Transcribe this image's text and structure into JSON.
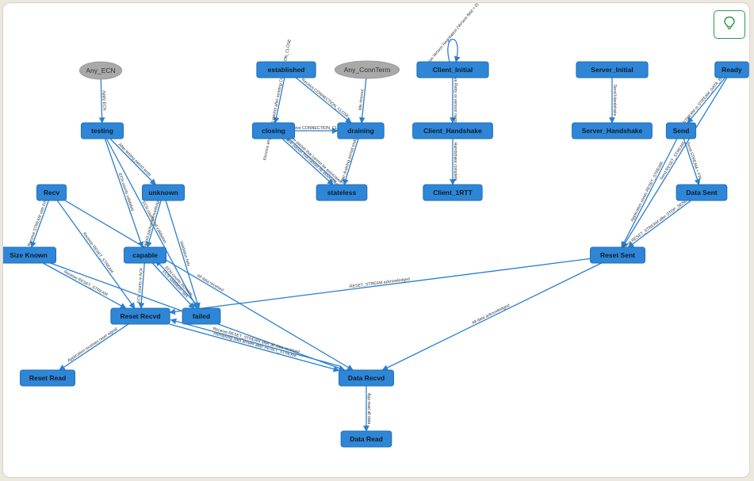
{
  "toolbar": {
    "hint_icon": "lightbulb-icon",
    "hint_color": "#2f9a4c"
  },
  "colors": {
    "node": "#2f86d6",
    "edge": "#2a7fd0",
    "initial_node": "#a9a9a9"
  },
  "diagram": {
    "nodes": [
      {
        "id": "any_ecn",
        "label": "Any_ECN",
        "shape": "ellipse"
      },
      {
        "id": "testing",
        "label": "testing"
      },
      {
        "id": "recv",
        "label": "Recv"
      },
      {
        "id": "unknown",
        "label": "unknown"
      },
      {
        "id": "size_known",
        "label": "Size Known"
      },
      {
        "id": "capable",
        "label": "capable"
      },
      {
        "id": "reset_recvd",
        "label": "Reset Recvd"
      },
      {
        "id": "failed",
        "label": "failed"
      },
      {
        "id": "reset_read",
        "label": "Reset Read"
      },
      {
        "id": "established",
        "label": "established"
      },
      {
        "id": "any_connterm",
        "label": "Any_ConnTerm",
        "shape": "ellipse"
      },
      {
        "id": "closing",
        "label": "closing"
      },
      {
        "id": "draining",
        "label": "draining"
      },
      {
        "id": "stateless",
        "label": "stateless"
      },
      {
        "id": "client_initial",
        "label": "Client_Initial"
      },
      {
        "id": "client_handshake",
        "label": "Client_Handshake"
      },
      {
        "id": "client_1rtt",
        "label": "Client_1RTT"
      },
      {
        "id": "server_initial",
        "label": "Server_Initial"
      },
      {
        "id": "server_handshake",
        "label": "Server_Handshake"
      },
      {
        "id": "ready",
        "label": "Ready"
      },
      {
        "id": "send",
        "label": "Send"
      },
      {
        "id": "data_sent",
        "label": "Data Sent"
      },
      {
        "id": "reset_sent",
        "label": "Reset Sent"
      },
      {
        "id": "data_recvd",
        "label": "Data Recvd"
      },
      {
        "id": "data_read",
        "label": "Data Read"
      }
    ],
    "edges": [
      {
        "from": "any_ecn",
        "to": "testing",
        "label": "Apply ECN"
      },
      {
        "from": "testing",
        "to": "unknown",
        "label": "After testing period ends"
      },
      {
        "from": "testing",
        "to": "capable",
        "label": "ECN counts validated"
      },
      {
        "from": "testing",
        "to": "failed",
        "label": "ECN counts fail validation"
      },
      {
        "from": "unknown",
        "to": "capable",
        "label": "Marked packet acknowledged"
      },
      {
        "from": "unknown",
        "to": "failed",
        "label": "Validation fails"
      },
      {
        "from": "capable",
        "to": "failed",
        "label": "ECN validation fails"
      },
      {
        "from": "failed",
        "to": "capable",
        "label": "ECN counts increase"
      },
      {
        "from": "capable",
        "to": "reset_recvd",
        "label": "ECN counts in ACK"
      },
      {
        "from": "recv",
        "to": "size_known",
        "label": "Receive STREAM with FIN"
      },
      {
        "from": "recv",
        "to": "reset_recvd",
        "label": "Receive RESET_STREAM"
      },
      {
        "from": "recv",
        "to": "data_recvd",
        "label": "All data received"
      },
      {
        "from": "size_known",
        "to": "reset_recvd",
        "label": "Receive RESET_STREAM"
      },
      {
        "from": "size_known",
        "to": "data_recvd",
        "label": "All data received"
      },
      {
        "from": "reset_recvd",
        "to": "reset_read",
        "label": "Application receives reset signal"
      },
      {
        "from": "reset_recvd",
        "to": "data_recvd",
        "label": "Remaining data arrives after RESET_STREAM"
      },
      {
        "from": "data_recvd",
        "to": "reset_recvd",
        "label": "Receive RESET_STREAM after all data received"
      },
      {
        "from": "data_recvd",
        "to": "data_read",
        "label": "App read all data"
      },
      {
        "from": "reset_sent",
        "to": "reset_recvd",
        "label": "RESET_STREAM acknowledged"
      },
      {
        "from": "reset_sent",
        "to": "data_recvd",
        "label": "All data acknowledged"
      },
      {
        "from": "established",
        "to": "closing",
        "label": "Receive any incoming packet after sending CONNECTION_CLOSE"
      },
      {
        "from": "established",
        "to": "draining",
        "label": "Receive CONNECTION_CLOSE"
      },
      {
        "from": "any_connterm",
        "to": "draining",
        "label": "Idle timeout"
      },
      {
        "from": "closing",
        "to": "stateless",
        "label": "Receive packet that cannot be associated"
      },
      {
        "from": "draining",
        "to": "stateless",
        "label": "After draining period ends"
      },
      {
        "from": "closing",
        "to": "draining",
        "label": "Receive CONNECTION_CLOSE"
      },
      {
        "from": "stateless",
        "to": "closing",
        "label": "Receive packet that cannot be associated"
      },
      {
        "from": "client_initial",
        "to": "client_initial",
        "label": "Receive Version Negotiation (Version field = 0)"
      },
      {
        "from": "client_initial",
        "to": "client_handshake",
        "label": "Receive Retry or version negotiation"
      },
      {
        "from": "client_handshake",
        "to": "client_1rtt",
        "label": "Handshake complete"
      },
      {
        "from": "server_initial",
        "to": "server_handshake",
        "label": "Send Handshake"
      },
      {
        "from": "ready",
        "to": "send",
        "label": "Send STREAM or STREAM_DATA_BLOCKED"
      },
      {
        "from": "ready",
        "to": "reset_sent",
        "label": "Send RESET_STREAM"
      },
      {
        "from": "send",
        "to": "data_sent",
        "label": "Send STREAM + FIN"
      },
      {
        "from": "send",
        "to": "reset_sent",
        "label": "Application sends RESET_STREAM"
      },
      {
        "from": "data_sent",
        "to": "reset_sent",
        "label": "Send RESET_STREAM after STOP_SENDING"
      }
    ]
  }
}
